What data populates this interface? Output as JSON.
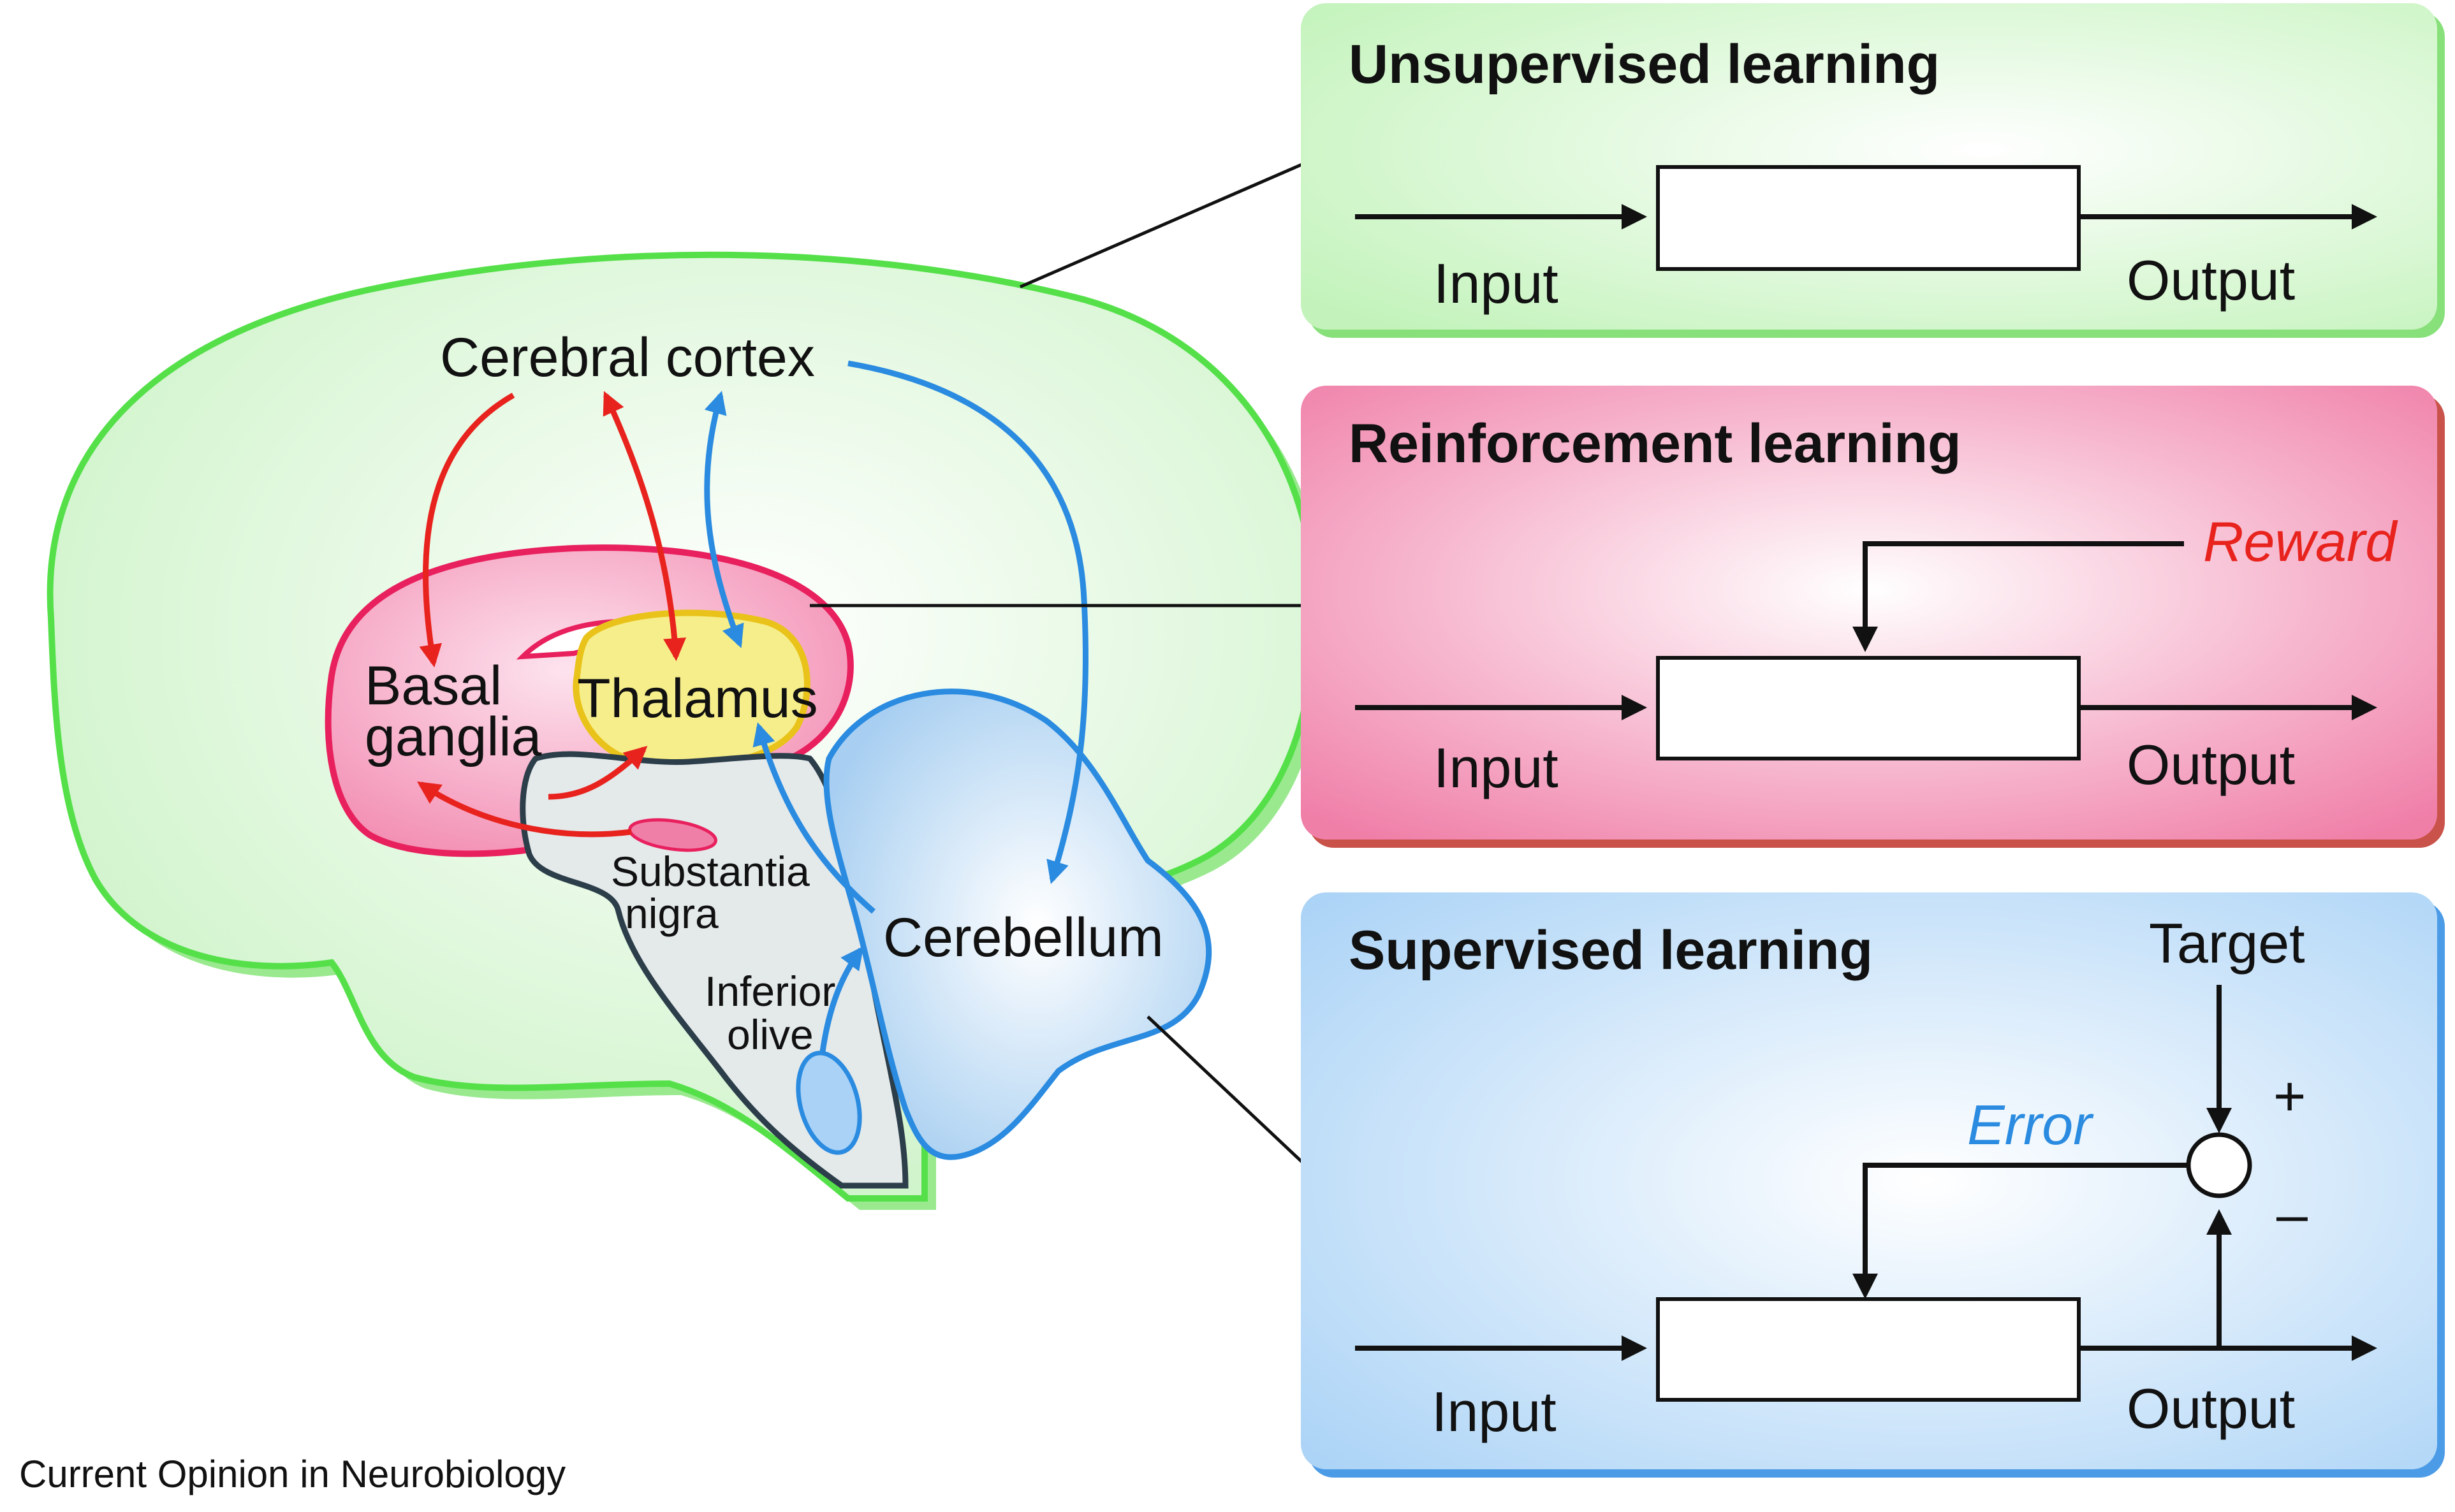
{
  "colors": {
    "cortex_fill": "#c9f2c3",
    "cortex_stroke": "#55e04a",
    "basal_ganglia_fill": "#f390b4",
    "basal_ganglia_stroke": "#e8205e",
    "thalamus_fill": "#f6ee8a",
    "thalamus_stroke": "#e9c21a",
    "cerebellum_fill": "#b8d9f3",
    "cerebellum_stroke": "#2a8be0",
    "brainstem_fill": "#e4e9ea",
    "brainstem_stroke": "#2c3e4a",
    "red_arrow": "#e8231e",
    "blue_arrow": "#2a8be0",
    "unsupervised_panel": "#c3f3bb",
    "reinforcement_panel": "#f07fa8",
    "supervised_panel": "#a9d2f6",
    "reward_text": "#e8231e",
    "error_text": "#2a8be0"
  },
  "brain": {
    "cerebral_cortex": "Cerebral cortex",
    "basal_ganglia_line1": "Basal",
    "basal_ganglia_line2": "ganglia",
    "thalamus": "Thalamus",
    "substantia_nigra_line1": "Substantia",
    "substantia_nigra_line2": "nigra",
    "inferior_olive_line1": "Inferior",
    "inferior_olive_line2": "olive",
    "cerebellum": "Cerebellum"
  },
  "panels": {
    "unsupervised": {
      "title": "Unsupervised learning",
      "input": "Input",
      "output": "Output"
    },
    "reinforcement": {
      "title": "Reinforcement learning",
      "reward": "Reward",
      "input": "Input",
      "output": "Output"
    },
    "supervised": {
      "title": "Supervised learning",
      "target": "Target",
      "plus": "+",
      "minus": "–",
      "error": "Error",
      "input": "Input",
      "output": "Output"
    }
  },
  "source": "Current Opinion in Neurobiology"
}
